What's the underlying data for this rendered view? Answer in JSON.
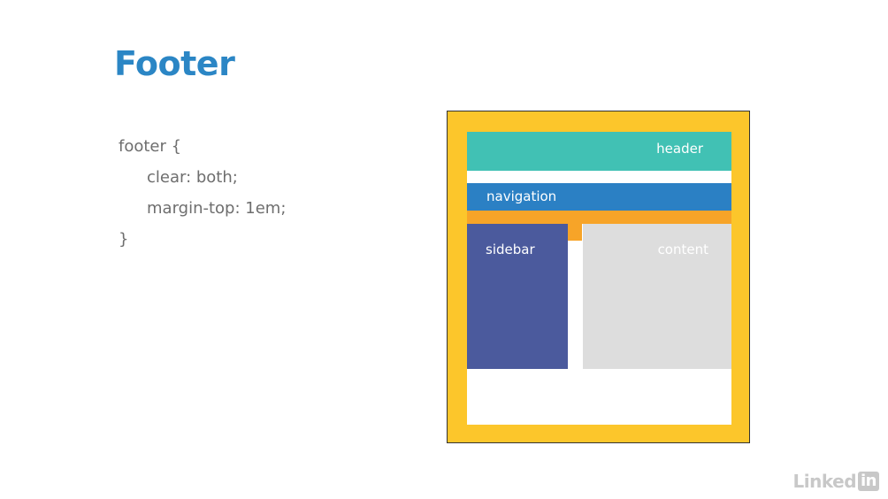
{
  "slide": {
    "title": "Footer",
    "code_lines": [
      "footer {",
      "clear: both;",
      "margin-top: 1em;",
      "}"
    ]
  },
  "diagram": {
    "header_label": "header",
    "nav_label": "navigation",
    "sidebar_label": "sidebar",
    "content_label": "content"
  },
  "logo": {
    "text": "Linked",
    "box_text": "in"
  },
  "colors": {
    "title": "#2b86c5",
    "frame": "#fcc62b",
    "header": "#41c1b4",
    "navigation": "#2b80c4",
    "margin_strip": "#f7a428",
    "sidebar": "#4b5a9d",
    "content": "#dddddd"
  }
}
